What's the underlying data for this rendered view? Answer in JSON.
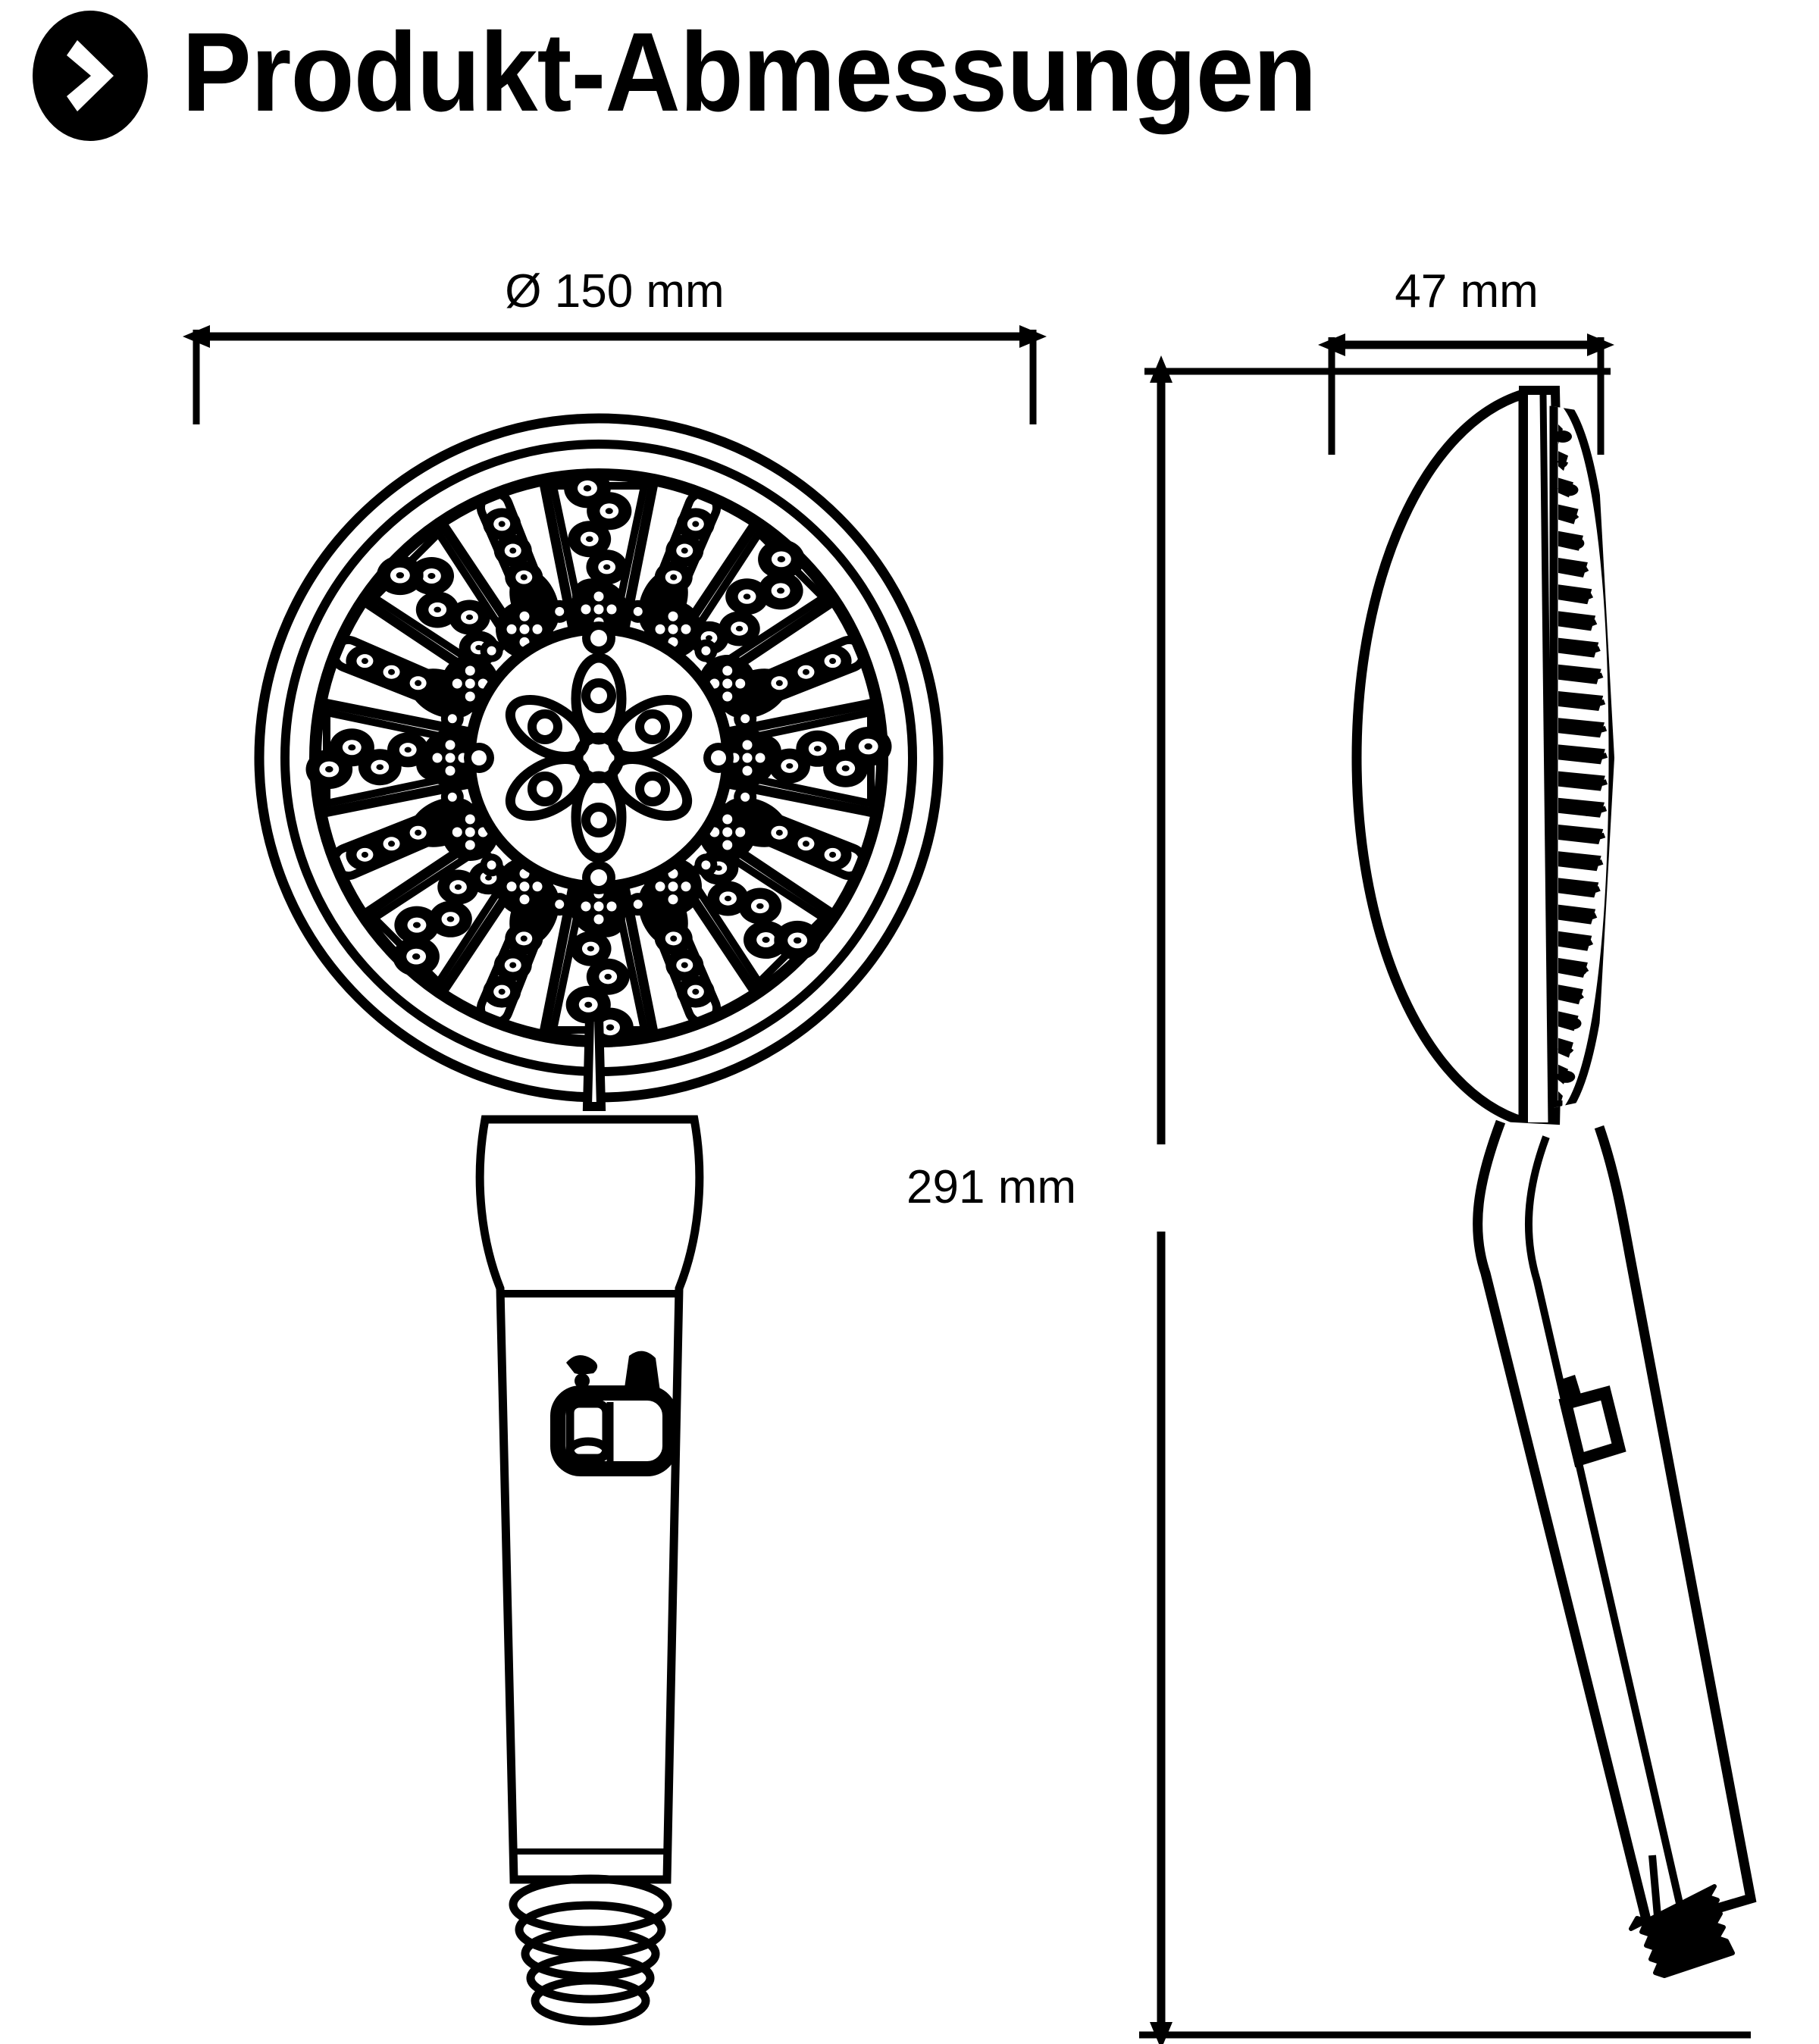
{
  "header": {
    "icon": "chevron-right-circle-icon",
    "title": "Produkt-Abmessungen"
  },
  "drawing": {
    "type": "technical-dimension-drawing",
    "product": "handheld-shower-head",
    "views": [
      {
        "name": "front-view",
        "label": ""
      },
      {
        "name": "side-view",
        "label": ""
      }
    ],
    "line_color": "#000000",
    "background_color": "#ffffff"
  },
  "dimensions": {
    "diameter": {
      "label": "Ø 150 mm",
      "value": 150,
      "unit": "mm",
      "symbol": "Ø",
      "orientation": "horizontal",
      "applies_to": "front-view"
    },
    "depth": {
      "label": "47 mm",
      "value": 47,
      "unit": "mm",
      "orientation": "horizontal",
      "applies_to": "side-view"
    },
    "height": {
      "label": "291 mm",
      "value": 291,
      "unit": "mm",
      "orientation": "vertical",
      "applies_to": "side-view"
    }
  }
}
